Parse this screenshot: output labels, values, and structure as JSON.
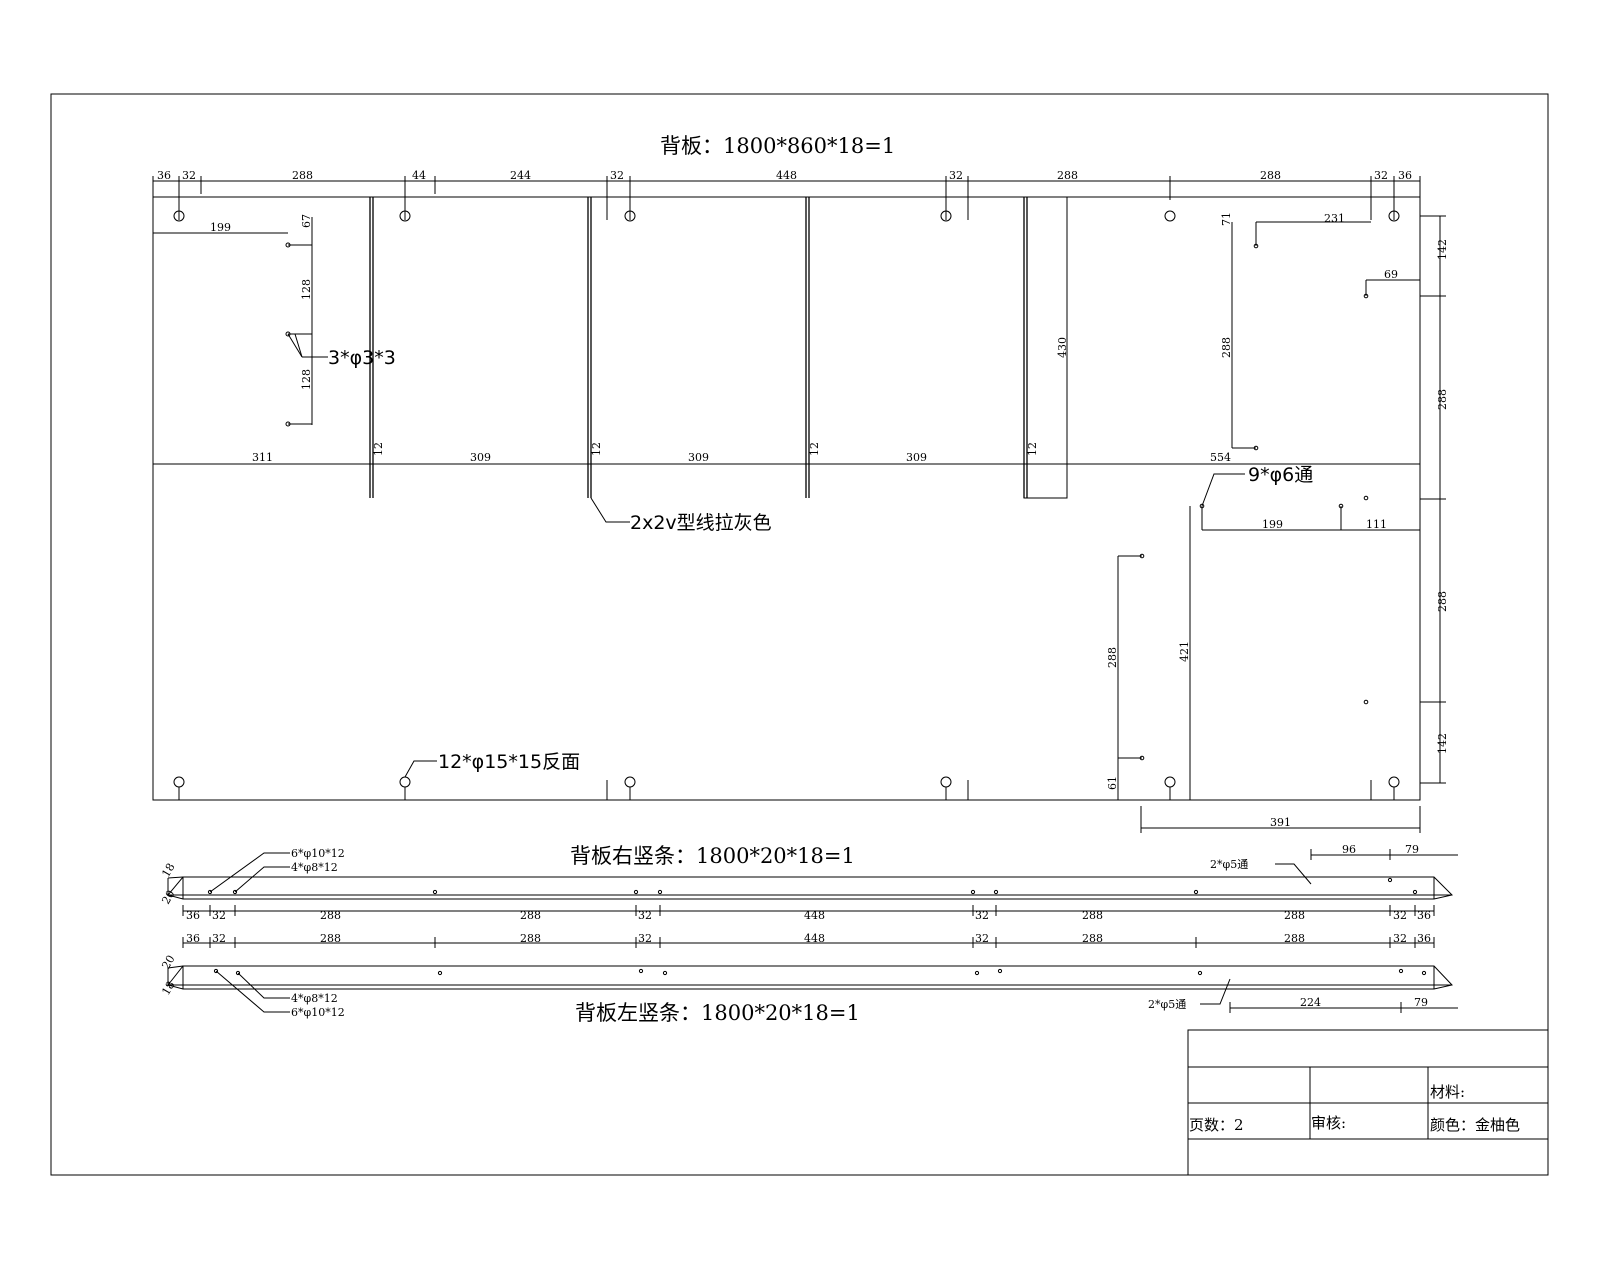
{
  "drawing": {
    "back_panel": {
      "title": "背板：1800*860*18=1",
      "top_dims": [
        "36",
        "32",
        "288",
        "44",
        "244",
        "32",
        "448",
        "32",
        "288",
        "288",
        "32",
        "36"
      ],
      "groove_dims": [
        "311",
        "12",
        "309",
        "12",
        "309",
        "12",
        "309",
        "12",
        "554"
      ],
      "left_dims": {
        "d199": "199",
        "d67": "67",
        "d128a": "128",
        "d128b": "128"
      },
      "right_dims": [
        "142",
        "288",
        "288",
        "142"
      ],
      "corner_dims": {
        "d231": "231",
        "d71": "71",
        "d69": "69",
        "d288v": "288",
        "d430": "430",
        "d199b": "199",
        "d111": "111",
        "d421": "421",
        "d288c": "288",
        "d61": "61",
        "d391": "391"
      },
      "notes": {
        "hole3": "3*φ3*3",
        "groove": "2x2v型线拉灰色",
        "hole9": "9*φ6通",
        "hole12": "12*φ15*15反面"
      }
    },
    "right_strip": {
      "title": "背板右竖条：1800*20*18=1",
      "notes": {
        "a": "6*φ10*12",
        "b": "4*φ8*12",
        "c": "2*φ5通"
      },
      "end_dims": {
        "t18": "18",
        "t20": "20",
        "d96": "96",
        "d79": "79"
      },
      "dims": [
        "36",
        "32",
        "288",
        "288",
        "32",
        "448",
        "32",
        "288",
        "288",
        "32",
        "36"
      ]
    },
    "left_strip": {
      "title": "背板左竖条：1800*20*18=1",
      "notes": {
        "a": "4*φ8*12",
        "b": "6*φ10*12",
        "c": "2*φ5通"
      },
      "end_dims": {
        "t20": "20",
        "t18": "18",
        "d224": "224",
        "d79": "79"
      },
      "dims": [
        "36",
        "32",
        "288",
        "288",
        "32",
        "448",
        "32",
        "288",
        "288",
        "32",
        "36"
      ]
    },
    "title_block": {
      "pages": "页数：2",
      "review": "审核:",
      "material": "材料:",
      "color": "颜色：金柚色"
    }
  }
}
